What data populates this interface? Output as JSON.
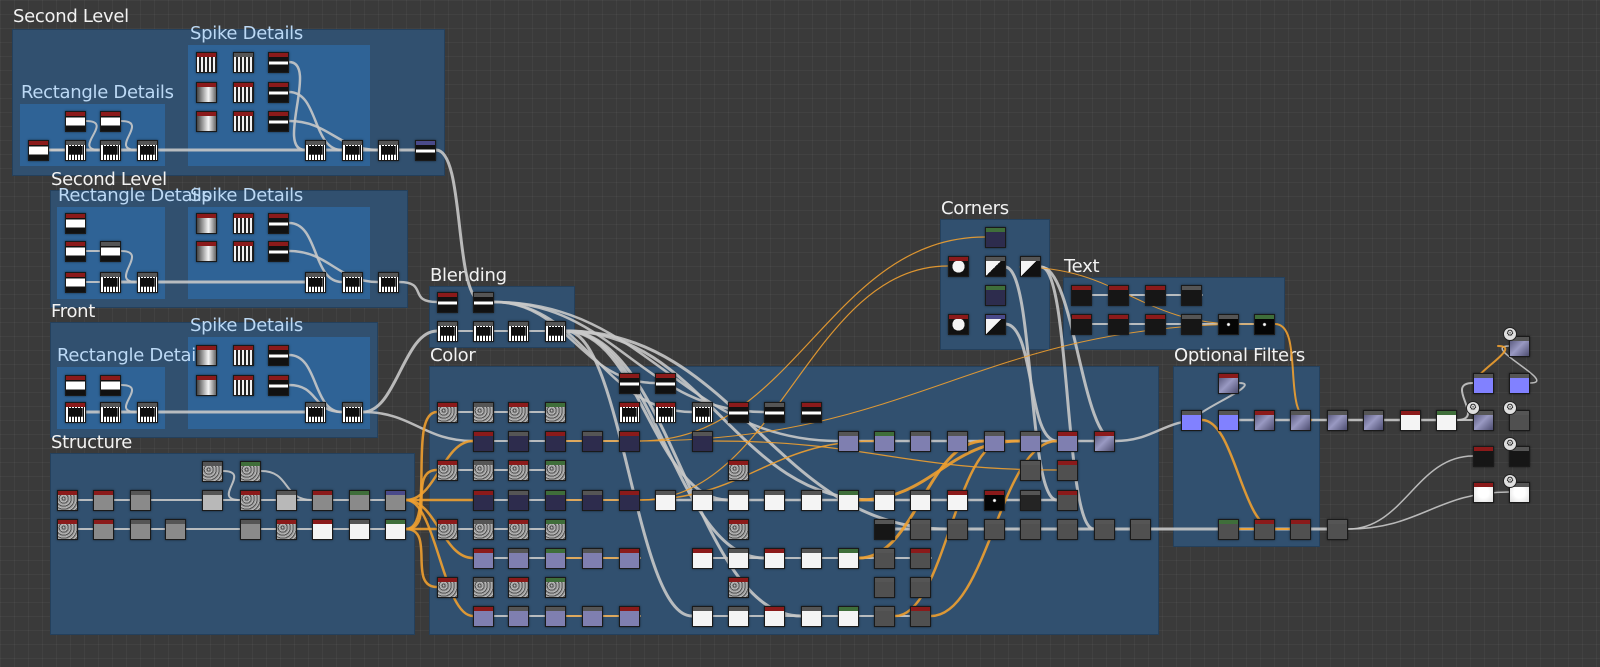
{
  "window": {
    "title": ""
  },
  "frames": [
    {
      "id": "second-level-1",
      "title": "Second Level"
    },
    {
      "id": "spike-details-1",
      "title": "Spike Details"
    },
    {
      "id": "rectangle-details-1",
      "title": "Rectangle Details"
    },
    {
      "id": "second-level-2",
      "title": "Second Level"
    },
    {
      "id": "rectangle-details-2",
      "title": "Rectangle Details"
    },
    {
      "id": "spike-details-2",
      "title": "Spike Details"
    },
    {
      "id": "front",
      "title": "Front"
    },
    {
      "id": "spike-details-3",
      "title": "Spike Details"
    },
    {
      "id": "rectangle-details-3",
      "title": "Rectangle Details"
    },
    {
      "id": "structure",
      "title": "Structure"
    },
    {
      "id": "blending",
      "title": "Blending"
    },
    {
      "id": "color",
      "title": "Color"
    },
    {
      "id": "corners",
      "title": "Corners"
    },
    {
      "id": "text",
      "title": "Text"
    },
    {
      "id": "optional-filters",
      "title": "Optional Filters"
    }
  ],
  "colors": {
    "canvas_bg": "#3a3a3a",
    "frame_bg": "#31506f",
    "inner_frame_bg": "#2f6396",
    "wire_main": "#c8c8c8",
    "wire_accent": "#f0a030",
    "node_bar_red": "#8b1a1a",
    "node_bar_green": "#3f6e3a",
    "node_bar_blue": "#4a4a8a"
  },
  "icons": [
    "output-node-icon",
    "color-output-icon"
  ]
}
